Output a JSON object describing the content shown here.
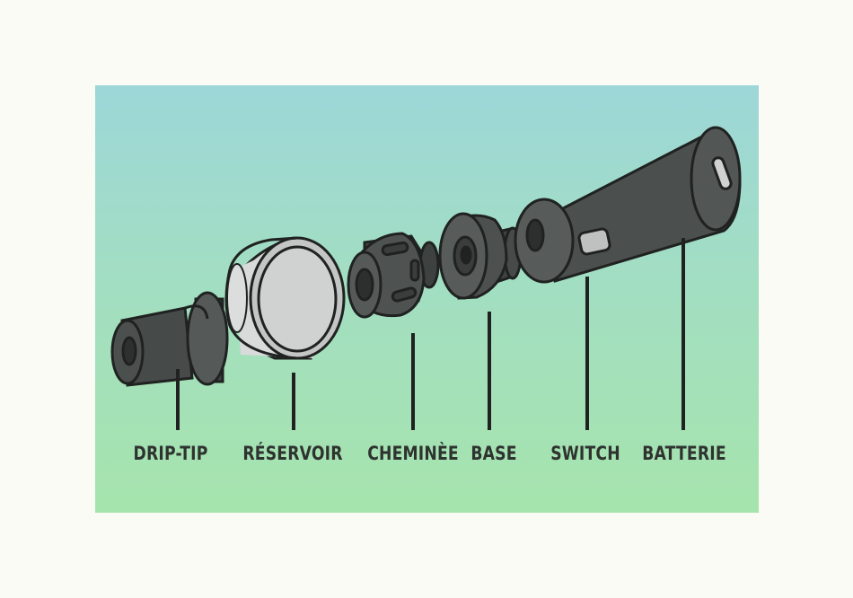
{
  "labels": {
    "drip_tip": "DRIP-TIP",
    "reservoir": "RÉSERVOIR",
    "cheminee": "CHEMINÈE",
    "base": "BASE",
    "switch": "SWITCH",
    "batterie": "BATTERIE"
  },
  "colors": {
    "background_top": "#9dd7d8",
    "background_bottom": "#a6e4ad",
    "part_dark": "#4a4e4c",
    "outline": "#1f2220",
    "glass": "#d9dada",
    "label_text": "#2f3330"
  }
}
